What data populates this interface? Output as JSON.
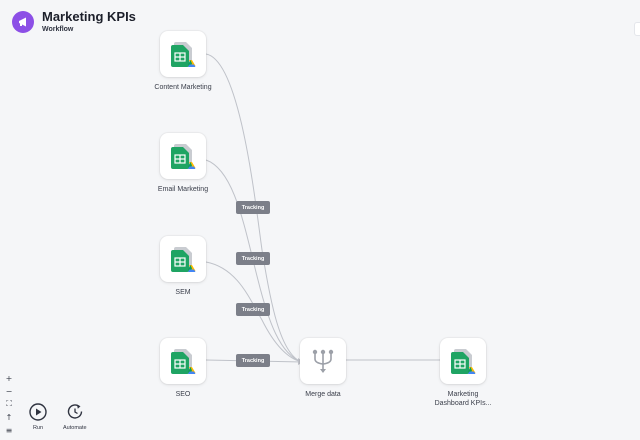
{
  "header": {
    "title": "Marketing KPIs",
    "subtitle": "Workflow",
    "icon": "megaphone-icon",
    "icon_color": "#8c4fe6"
  },
  "nodes": {
    "content_marketing": {
      "label": "Content Marketing",
      "icon": "google-sheets-icon"
    },
    "email_marketing": {
      "label": "Email Marketing",
      "icon": "google-sheets-icon"
    },
    "sem": {
      "label": "SEM",
      "icon": "google-sheets-icon"
    },
    "seo": {
      "label": "SEO",
      "icon": "google-sheets-icon"
    },
    "merge": {
      "label": "Merge data",
      "icon": "merge-icon"
    },
    "output": {
      "label_line1": "Marketing",
      "label_line2": "Dashboard KPIs...",
      "icon": "google-sheets-icon"
    }
  },
  "tags": [
    "Tracking",
    "Tracking",
    "Tracking",
    "Tracking"
  ],
  "zoom_controls": [
    "+",
    "−",
    "⛶",
    "↑",
    "≡"
  ],
  "actions": {
    "run": {
      "label": "Run",
      "icon": "play-icon"
    },
    "automate": {
      "label": "Automate",
      "icon": "refresh-clock-icon"
    }
  },
  "colors": {
    "sheets_green": "#1fa463",
    "edge": "#bfc2c9",
    "tag_bg": "#7c7f89"
  }
}
